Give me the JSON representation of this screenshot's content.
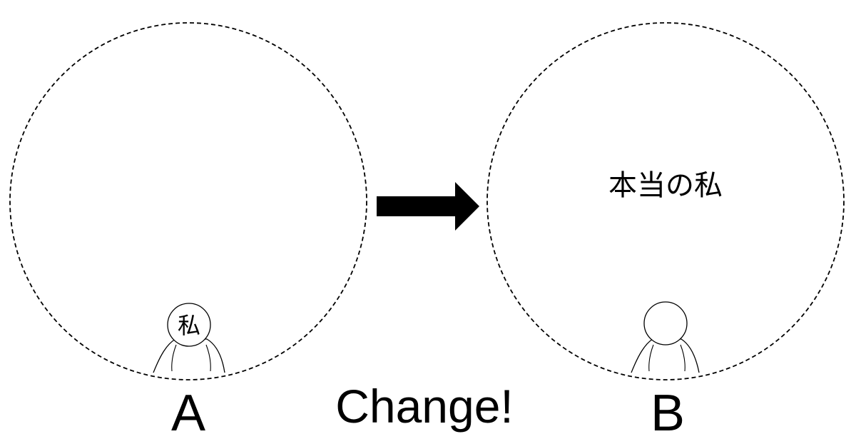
{
  "diagram": {
    "left_circle_label": "A",
    "right_circle_label": "B",
    "change_text": "Change!",
    "left_person_head_text": "私",
    "right_circle_text": "本当の私"
  }
}
